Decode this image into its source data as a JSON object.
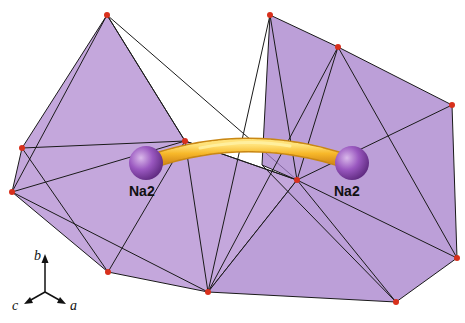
{
  "diagram": {
    "labels": [
      "Na2",
      "Na2",
      "b",
      "c",
      "a"
    ]
  }
}
